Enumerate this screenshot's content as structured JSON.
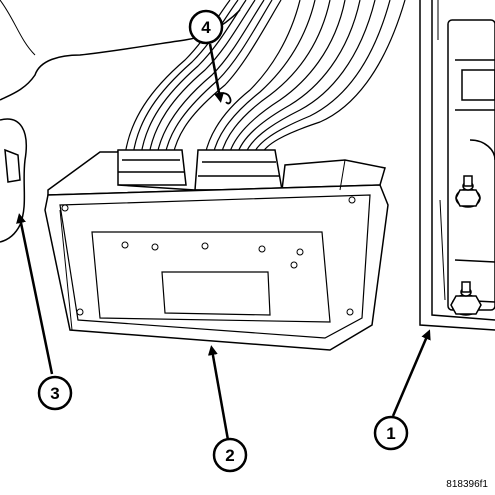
{
  "diagram": {
    "callouts": [
      {
        "id": "1",
        "label": "1"
      },
      {
        "id": "2",
        "label": "2"
      },
      {
        "id": "3",
        "label": "3"
      },
      {
        "id": "4",
        "label": "4"
      }
    ],
    "figure_ref": "818396f1"
  }
}
